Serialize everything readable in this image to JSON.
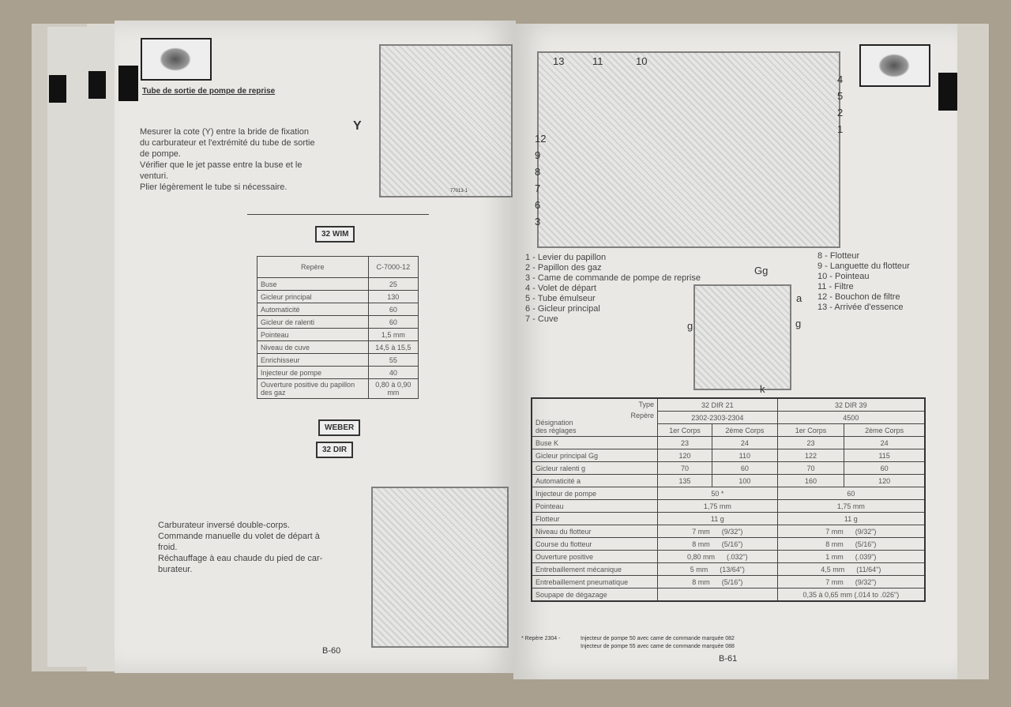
{
  "left_page": {
    "section_title": "Tube de sortie de pompe de reprise",
    "instructions": "Mesurer la cote (Y) entre la bride de fixation\ndu carburateur et l'extrémité du tube de sortie\nde pompe.\nVérifier que le jet passe entre la buse et le\nventuri.\nPlier légèrement le tube si nécessaire.",
    "diagram_label_y": "Y",
    "diagram_ref": "77013-1",
    "badge_32wim": "32 WIM",
    "wim_table": {
      "headers": [
        "Repère",
        "C-7000-12"
      ],
      "rows": [
        [
          "Buse",
          "25"
        ],
        [
          "Gicleur principal",
          "130"
        ],
        [
          "Automaticité",
          "60"
        ],
        [
          "Gicleur de ralenti",
          "60"
        ],
        [
          "Pointeau",
          "1,5 mm"
        ],
        [
          "Niveau de cuve",
          "14,5   à   15,5"
        ],
        [
          "Enrichisseur",
          "55"
        ],
        [
          "Injecteur de pompe",
          "40"
        ],
        [
          "Ouverture positive du papillon des gaz",
          "0,80   à   0,90 mm"
        ]
      ]
    },
    "badge_weber": "WEBER",
    "badge_32dir": "32 DIR",
    "description": "Carburateur inversé double-corps.\nCommande manuelle du volet de départ à\nfroid.\nRéchauffage à eau chaude du pied de car-\nburateur.",
    "page_number": "B-60"
  },
  "right_page": {
    "diagram_numbers_top": [
      "13",
      "11",
      "10"
    ],
    "diagram_numbers_right": [
      "4",
      "5",
      "2",
      "1"
    ],
    "diagram_numbers_left": [
      "12",
      "9",
      "8",
      "7",
      "6",
      "3"
    ],
    "legend_left": [
      "1 - Levier du papillon",
      "2 - Papillon des gaz",
      "3 - Came de commande de pompe de reprise",
      "4 - Volet de départ",
      "5 - Tube émulseur",
      "6 - Gicleur principal",
      "7 - Cuve"
    ],
    "legend_right": [
      "8 - Flotteur",
      "9 - Languette du flotteur",
      "10 - Pointeau",
      "11 - Filtre",
      "12 - Bouchon de filtre",
      "13 - Arrivée d'essence"
    ],
    "top_view_labels": {
      "gg": "Gg",
      "a": "a",
      "g_left": "g",
      "g_right": "g",
      "k": "k"
    },
    "dir_table": {
      "type_label": "Type",
      "repere_label": "Repère",
      "designation_label": "Désignation\ndes réglages",
      "types": [
        "32 DIR 21",
        "32 DIR 39"
      ],
      "reperes": [
        "2302-2303-2304",
        "4500"
      ],
      "corps": [
        "1er Corps",
        "2ème Corps",
        "1er Corps",
        "2ème Corps"
      ],
      "rows4": [
        [
          "Buse K",
          "23",
          "24",
          "23",
          "24"
        ],
        [
          "Gicleur principal Gg",
          "120",
          "110",
          "122",
          "115"
        ],
        [
          "Gicleur ralenti g",
          "70",
          "60",
          "70",
          "60"
        ],
        [
          "Automaticité a",
          "135",
          "100",
          "160",
          "120"
        ]
      ],
      "rows2": [
        [
          "Injecteur de pompe",
          "50 *",
          "60"
        ],
        [
          "Pointeau",
          "1,75 mm",
          "1,75 mm"
        ],
        [
          "Flotteur",
          "11 g",
          "11 g"
        ],
        [
          "Niveau du flotteur",
          "7 mm      (9/32\")",
          "7 mm      (9/32\")"
        ],
        [
          "Course du flotteur",
          "8 mm      (5/16\")",
          "8 mm      (5/16\")"
        ],
        [
          "Ouverture positive",
          "0,80 mm      (.032\")",
          "1 mm      (.039\")"
        ],
        [
          "Entrebaillement mécanique",
          "5 mm      (13/64\")",
          "4,5 mm      (11/64\")"
        ],
        [
          "Entrebaillement pneumatique",
          "8 mm      (5/16\")",
          "7 mm      (9/32\")"
        ],
        [
          "Soupape de dégazage",
          "",
          "0,35 à 0,65 mm (.014 to .026\")"
        ]
      ]
    },
    "footnote_ref": "* Repère 2304  -",
    "footnote_lines": [
      "Injecteur de pompe 50 avec came de commande marquée 082",
      "Injecteur de pompe 55 avec came de commande marquée 088"
    ],
    "page_number": "B-61"
  }
}
